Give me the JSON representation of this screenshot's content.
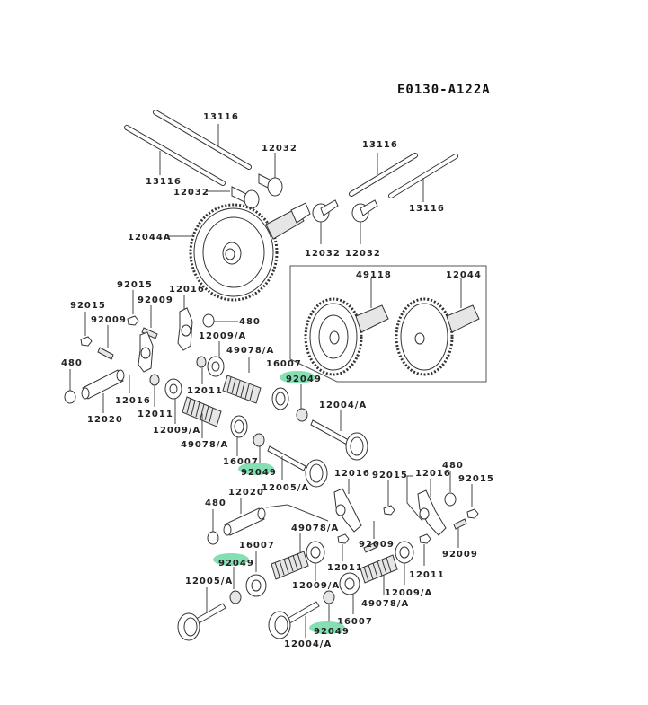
{
  "diagram_code": "E0130-A122A",
  "highlight_color": "#6fd9a4",
  "labels": {
    "pushrod_tl_a": "13116",
    "pushrod_tl_b": "13116",
    "lifter_tl_a": "12032",
    "lifter_tl_b": "12032",
    "pushrod_tr_a": "13116",
    "pushrod_tr_b": "13116",
    "lifter_tr_a": "12032",
    "lifter_tr_b": "12032",
    "camshaft_main": "12044A",
    "inset_cam_a": "49118",
    "inset_cam_b": "12044",
    "l_nut_a": "92015",
    "l_nut_b": "92015",
    "l_stud_a": "92009",
    "l_stud_b": "92009",
    "l_rocker_a": "12016",
    "l_rocker_b": "12016",
    "l_clip_a": "480",
    "l_clip_b": "480",
    "l_shaft": "12020",
    "l_retainer_a": "12009/A",
    "l_retainer_b": "12009/A",
    "l_cap_a": "12011",
    "l_cap_b": "12011",
    "l_spring_a": "49078/A",
    "l_spring_b": "49078/A",
    "l_seat_a": "16007",
    "l_seat_b": "16007",
    "l_seal_a": "92049",
    "l_seal_b": "92049",
    "l_valve_ex": "12004/A",
    "l_valve_in": "12005/A",
    "r_rocker_a": "12016",
    "r_rocker_b": "12016",
    "r_nut_a": "92015",
    "r_nut_b": "92015",
    "r_clip_a": "480",
    "r_clip_b": "480",
    "r_shaft": "12020",
    "r_stud_a": "92009",
    "r_stud_b": "92009",
    "r_spring_a": "49078/A",
    "r_spring_b": "49078/A",
    "r_retainer_a": "12009/A",
    "r_retainer_b": "12009/A",
    "r_cap_a": "12011",
    "r_cap_b": "12011",
    "r_seat_a": "16007",
    "r_seat_b": "16007",
    "r_seal_a": "92049",
    "r_seal_b": "92049",
    "r_valve_in": "12005/A",
    "r_valve_ex": "12004/A"
  }
}
